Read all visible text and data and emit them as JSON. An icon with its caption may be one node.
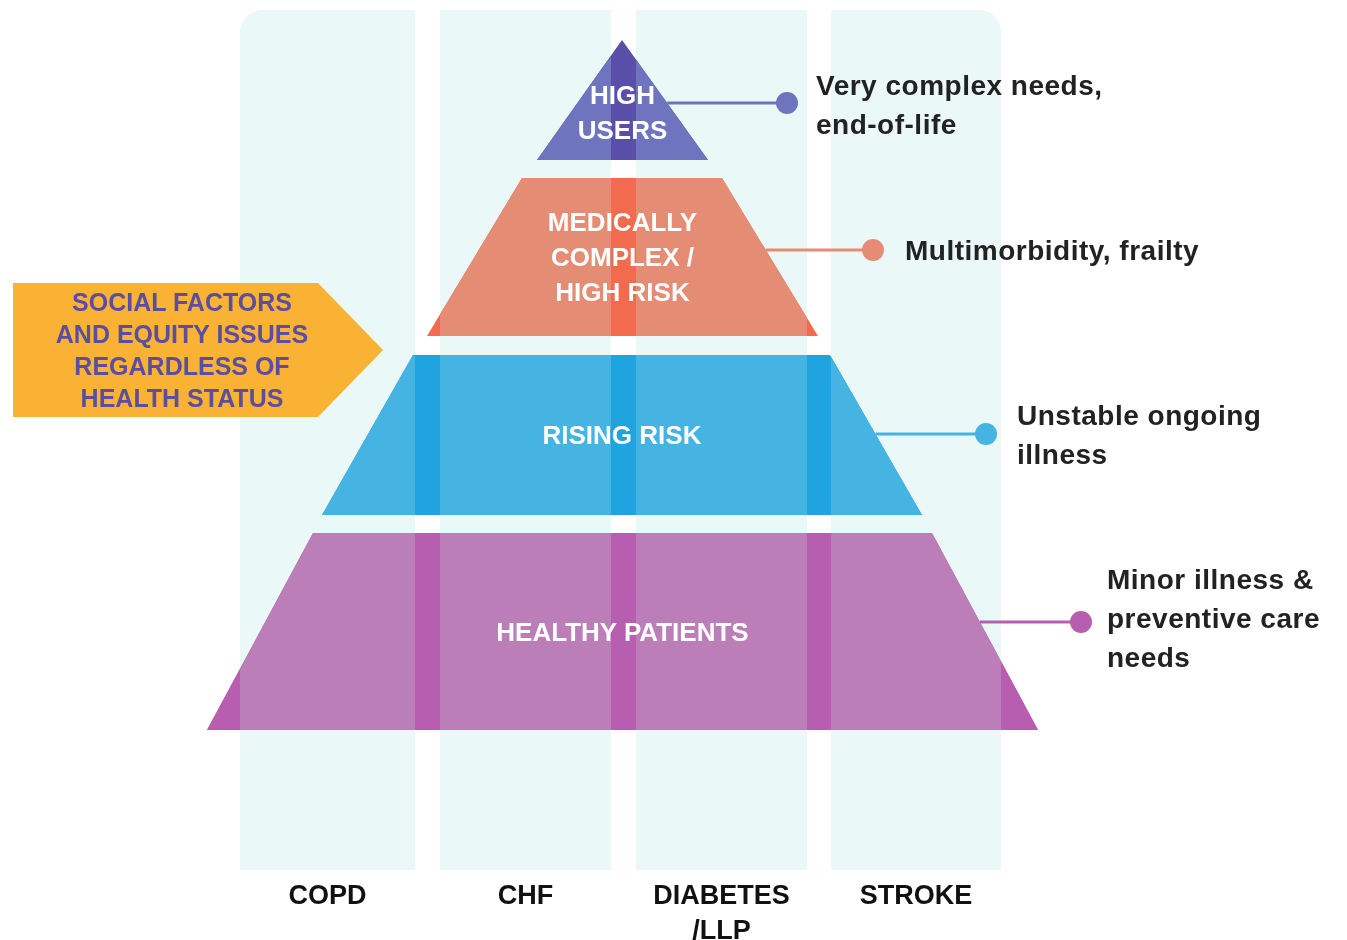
{
  "diagram": {
    "nodes": [
      {
        "text": [
          "COPD"
        ]
      },
      {
        "text": [
          "CHF"
        ]
      },
      {
        "text": [
          "DIABETES /LLP"
        ]
      },
      {
        "text": [
          "STROKE"
        ]
      },
      {
        "text": [
          "HIGH USERS"
        ]
      },
      {
        "text": [
          "MEDICALLY COMPLEX / HIGH RISK"
        ]
      },
      {
        "text": [
          "RISING RISK"
        ]
      },
      {
        "text": [
          "HEALTHY PATIENTS"
        ]
      },
      {
        "text": [
          "SOCIAL FACTORS AND EQUITY ISSUES REGARDLESS OF HEALTH STATUS"
        ]
      },
      {
        "text": [
          "Very complex needs, end-of-life"
        ]
      },
      {
        "text": [
          "Multimorbidity, frailty"
        ]
      },
      {
        "text": [
          "Unstable ongoing illness"
        ]
      },
      {
        "text": [
          "Minor illness & preventive care needs"
        ]
      }
    ],
    "edges": [
      {
        "from": 9,
        "to": 4,
        "arrow": "other",
        "color": "#6f74bf"
      },
      {
        "from": 10,
        "to": 5,
        "arrow": "other",
        "color": "#e48c74"
      },
      {
        "from": 11,
        "to": 6,
        "arrow": "other",
        "color": "#45b4e3"
      },
      {
        "from": 12,
        "to": 7,
        "arrow": "other",
        "color": "#b75eb0"
      }
    ]
  }
}
